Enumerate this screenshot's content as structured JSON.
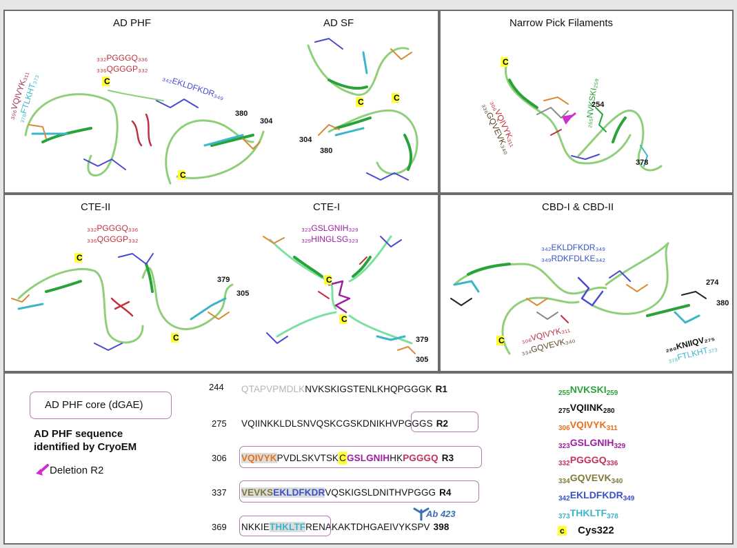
{
  "panels": {
    "ad_phf": {
      "title": "AD PHF"
    },
    "ad_sf": {
      "title": "AD SF"
    },
    "npf": {
      "title": "Narrow Pick Filaments"
    },
    "cte2": {
      "title": "CTE-II"
    },
    "cte1": {
      "title": "CTE-I"
    },
    "cbd": {
      "title": "CBD-I & CBD-II"
    }
  },
  "annotations": {
    "cys": "C",
    "phf_pgggq": "₃₃₂PGGGQ₃₃₆",
    "phf_qgggp": "₃₃₆QGGGP₃₃₂",
    "phf_vqivyk": "₃₀₆VQIVYK₃₁₁",
    "phf_ftlkht": "₃₇₈FTLKHT₃₇₃",
    "phf_ekldfkdr": "₃₄₂EKLDFKDR₃₄₉",
    "n380": "380",
    "n304": "304",
    "npf_nvkski": "₂₅₅NVKSKI₂₅₉",
    "npf_254": "254",
    "npf_vqivyk": "₃₀₆VQIVYK₃₁₁",
    "npf_gqvevk": "₃₃₆GQVEVK₃₄₀",
    "npf_378": "378",
    "cte2_379": "379",
    "cte2_305": "305",
    "cte1_gslgnih": "₃₂₃GSLGNIH₃₂₉",
    "cte1_hinglsg": "₃₂₉HINGLSG₃₂₃",
    "cbd_ekldfkdr": "₃₄₂EKLDFKDR₃₄₉",
    "cbd_rdkfdlke": "₃₄₉RDKFDLKE₃₄₂",
    "cbd_274": "274",
    "cbd_380": "380",
    "cbd_kniiqv": "₂₈₀KNIIQV₂₇₅",
    "cbd_ftlkht": "₃₇₈FTLKHT₃₇₃",
    "cbd_vqivyk": "₃₀₆VQIVYK₃₁₁",
    "cbd_gqvevk": "₃₃₄GQVEVK₃₄₀"
  },
  "bottom": {
    "core_box_label": "AD PHF core (dGAE)",
    "seq_label_1": "AD PHF sequence",
    "seq_label_2": "identified by CryoEM",
    "deletion_label": "Deletion R2",
    "antibody": "Ab 423",
    "rows": [
      {
        "num": "244",
        "end": "R1",
        "segs": [
          {
            "t": "QTAPVPMDLK",
            "c": "#b5b5b5",
            "b": false
          },
          {
            "t": "NVKSKIGSTENLKHQPGGGK",
            "c": "#111111",
            "b": false
          }
        ]
      },
      {
        "num": "275",
        "end": "R2",
        "segs": [
          {
            "t": "VQIINKKLDLSNVQSKCGSKDNIKHVPGGGS",
            "c": "#111111",
            "b": false
          }
        ]
      },
      {
        "num": "306",
        "end": "R3",
        "segs": [
          {
            "t": "VQIVYK",
            "c": "#e8701a",
            "b": true
          },
          {
            "t": "PVDLSKVTSK",
            "c": "#111111",
            "b": false
          },
          {
            "t": "C",
            "c": "#111111",
            "b": false,
            "hl": "#ffff33"
          },
          {
            "t": "GSLGNIH",
            "c": "#9b1fa0",
            "b": true
          },
          {
            "t": "HK",
            "c": "#111111",
            "b": false
          },
          {
            "t": "PGGGQ",
            "c": "#c0335a",
            "b": true
          }
        ]
      },
      {
        "num": "337",
        "end": "R4",
        "segs": [
          {
            "t": "VEVKS",
            "c": "#7f7a3a",
            "b": true
          },
          {
            "t": "EKLDFKDR",
            "c": "#3a50c8",
            "b": true
          },
          {
            "t": "VQSKIGSLDNITHVPGGG",
            "c": "#111111",
            "b": false
          }
        ]
      },
      {
        "num": "369",
        "end": "398",
        "segs": [
          {
            "t": "NKKIE",
            "c": "#111111",
            "b": false
          },
          {
            "t": "THKLTF",
            "c": "#3bb5c8",
            "b": true
          },
          {
            "t": "RENAKAKTDHGAEIVYKSPV",
            "c": "#111111",
            "b": false
          }
        ]
      }
    ],
    "legend": [
      {
        "pre": "255",
        "t": "NVKSKI",
        "post": "259",
        "c": "#2aa23a"
      },
      {
        "pre": "275",
        "t": "VQIINK",
        "post": "280",
        "c": "#111111"
      },
      {
        "pre": "306",
        "t": "VQIVYK",
        "post": "311",
        "c": "#e8701a"
      },
      {
        "pre": "323",
        "t": "GSLGNIH",
        "post": "329",
        "c": "#9b1fa0"
      },
      {
        "pre": "332",
        "t": "PGGGQ",
        "post": "336",
        "c": "#c0335a"
      },
      {
        "pre": "334",
        "t": "GQVEVK",
        "post": "340",
        "c": "#7f7a3a"
      },
      {
        "pre": "342",
        "t": "EKLDFKDR",
        "post": "349",
        "c": "#3a50c8"
      },
      {
        "pre": "373",
        "t": "THKLTF",
        "post": "378",
        "c": "#3bb5c8"
      }
    ],
    "cys_label": "Cys322"
  },
  "colors": {
    "backbone": "#8fcf7a",
    "strand": "#2a9a3a",
    "cyan": "#3bb5c8",
    "orange": "#d98a3a",
    "blue": "#4a4ad0",
    "red": "#c0303a",
    "purple": "#9b1fa0",
    "grey": "#6a6a6a",
    "cys_bg": "#ffff33",
    "deletion": "#d02fd0"
  }
}
